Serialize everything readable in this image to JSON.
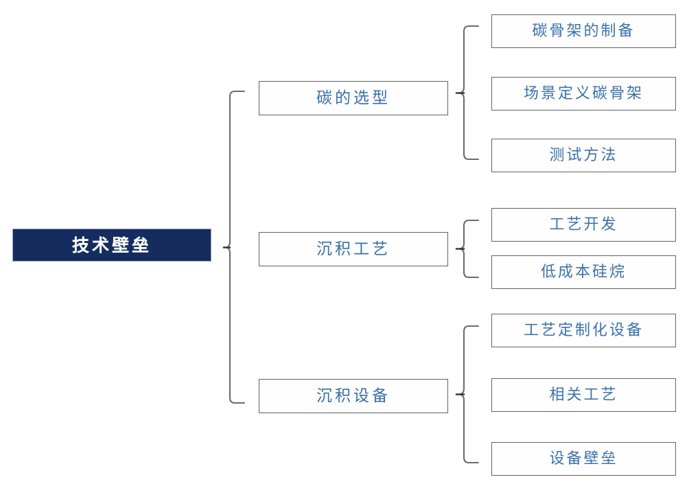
{
  "diagram": {
    "type": "tree-mindmap",
    "orientation": "left-to-right",
    "title": "技术壁垒",
    "colors": {
      "root_background": "#142C5E",
      "root_text": "#FFFFFF",
      "node_text": "#3A6EA5",
      "node_background": "#FEFEFE",
      "node_border": "#60605F",
      "bracket_line": "#6B6B6B",
      "page_background": "#FFFFFF"
    },
    "root": {
      "label": "技术壁垒"
    },
    "branches": [
      {
        "label": "碳的选型",
        "children": [
          {
            "label": "碳骨架的制备"
          },
          {
            "label": "场景定义碳骨架"
          },
          {
            "label": "测试方法"
          }
        ]
      },
      {
        "label": "沉积工艺",
        "children": [
          {
            "label": "工艺开发"
          },
          {
            "label": "低成本硅烷"
          }
        ]
      },
      {
        "label": "沉积设备",
        "children": [
          {
            "label": "工艺定制化设备"
          },
          {
            "label": "相关工艺"
          },
          {
            "label": "设备壁垒"
          }
        ]
      }
    ]
  }
}
